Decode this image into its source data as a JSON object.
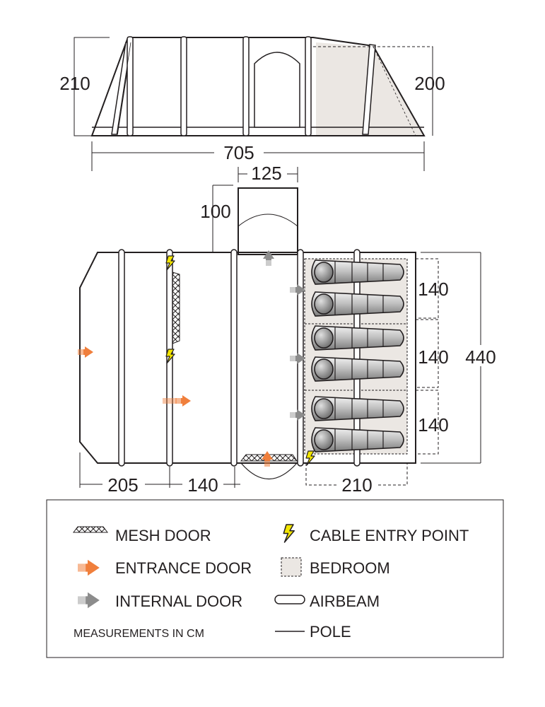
{
  "side_view": {
    "height_left": "210",
    "height_right": "200",
    "length": "705"
  },
  "floor_plan": {
    "porch_width": "125",
    "porch_depth": "100",
    "bedroom_widths": [
      "140",
      "140",
      "140"
    ],
    "total_width": "440",
    "front_section": "205",
    "middle_section": "140",
    "bedroom_depth": "210"
  },
  "legend": {
    "items": [
      {
        "icon": "mesh-door-icon",
        "label": "MESH DOOR"
      },
      {
        "icon": "entrance-door-icon",
        "label": "ENTRANCE DOOR"
      },
      {
        "icon": "internal-door-icon",
        "label": "INTERNAL DOOR"
      },
      {
        "icon": "cable-entry-icon",
        "label": "CABLE ENTRY POINT"
      },
      {
        "icon": "bedroom-icon",
        "label": "BEDROOM"
      },
      {
        "icon": "airbeam-icon",
        "label": "AIRBEAM"
      },
      {
        "icon": "pole-icon",
        "label": "POLE"
      }
    ],
    "note": "MEASUREMENTS IN CM"
  },
  "colors": {
    "line": "#231f20",
    "entrance_arrow": "#f07f3c",
    "internal_arrow": "#8c8c8c",
    "bedroom_fill": "#ebe7e3",
    "cable_bolt": "#f2e500"
  }
}
